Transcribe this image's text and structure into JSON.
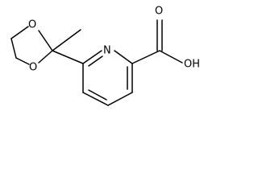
{
  "molecule": {
    "atoms": {
      "ring_nitrogen": "N",
      "dioxolane_oxygen_top": "O",
      "dioxolane_oxygen_bottom": "O",
      "carbonyl_oxygen": "O",
      "hydroxyl_group": "OH"
    },
    "colors": {
      "bond": "#000000",
      "label": "#000000",
      "background": "#ffffff"
    }
  }
}
